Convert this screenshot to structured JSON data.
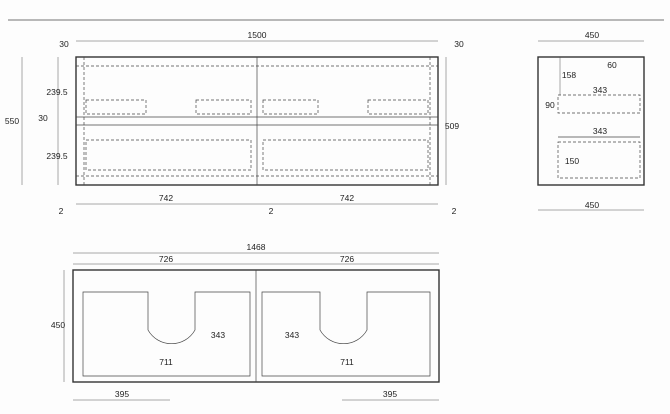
{
  "front": {
    "overall_width": "1500",
    "left_side": "30",
    "right_side": "30",
    "upper_drawer_height": "239.5",
    "overall_height": "550",
    "middle_rail": "30",
    "lower_drawer_height": "239.5",
    "body_height": "509",
    "left_gap": "2",
    "left_panel_width": "742",
    "center_gap": "2",
    "right_panel_width": "742",
    "right_gap": "2"
  },
  "side": {
    "top_depth": "450",
    "top_offset": "158",
    "tray_depth": "60",
    "tray_height": "90",
    "upper_drawer_depth": "343",
    "lower_drawer_depth": "343",
    "lower_drawer_height": "150",
    "bottom_depth": "450"
  },
  "plan": {
    "overall_width": "1468",
    "left_bay_width": "726",
    "right_bay_width": "726",
    "depth": "450",
    "left_drawer_depth": "343",
    "right_drawer_depth": "343",
    "left_drawer_width": "711",
    "right_drawer_width": "711",
    "left_cutout_offset": "395",
    "right_cutout_offset": "395"
  }
}
